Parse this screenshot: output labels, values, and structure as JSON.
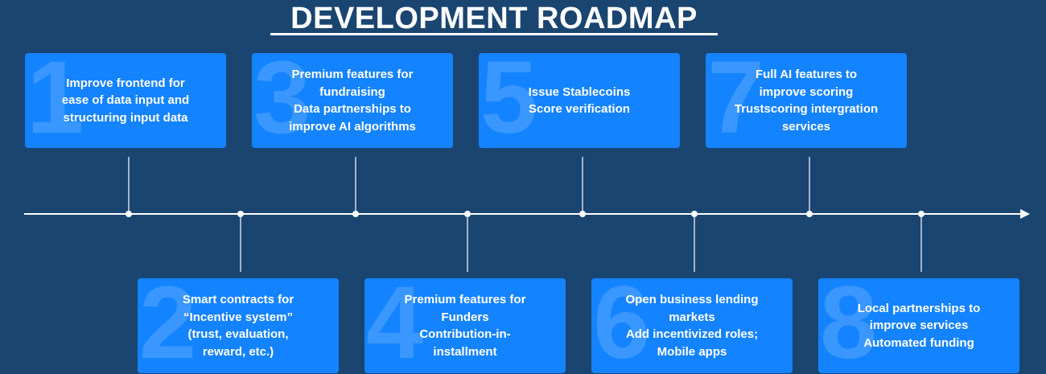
{
  "title": "DEVELOPMENT ROADMAP",
  "colors": {
    "background": "#1b4571",
    "card": "#1483ff",
    "line": "#ffffff"
  },
  "milestones": [
    {
      "number": "1",
      "lines": [
        "Improve frontend for",
        "ease of data input and",
        "structuring input data"
      ]
    },
    {
      "number": "2",
      "lines": [
        "Smart contracts for",
        "“Incentive system”",
        "(trust, evaluation,",
        "reward, etc.)"
      ]
    },
    {
      "number": "3",
      "lines": [
        "Premium features for",
        "fundraising",
        "Data partnerships to",
        "improve AI algorithms"
      ]
    },
    {
      "number": "4",
      "lines": [
        "Premium features for",
        "Funders",
        "Contribution-in-",
        "installment"
      ]
    },
    {
      "number": "5",
      "lines": [
        "Issue Stablecoins",
        "Score verification"
      ]
    },
    {
      "number": "6",
      "lines": [
        "Open business lending",
        "markets",
        "Add incentivized roles;",
        "Mobile apps"
      ]
    },
    {
      "number": "7",
      "lines": [
        "Full AI features to",
        "improve scoring",
        "Trustscoring intergration",
        "services"
      ]
    },
    {
      "number": "8",
      "lines": [
        "Local partnerships to",
        "improve services",
        "Automated funding"
      ]
    }
  ]
}
